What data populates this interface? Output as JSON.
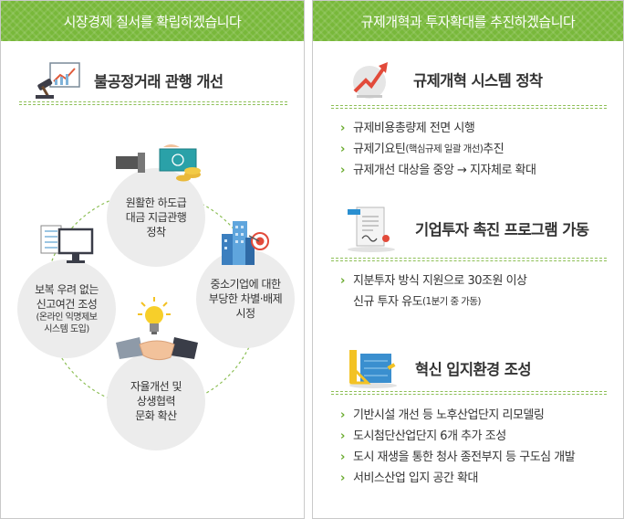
{
  "left": {
    "header": "시장경제 질서를 확립하겠습니다",
    "section_title": "불공정거래 관행 개선",
    "circles": {
      "top": [
        "원활한 하도급",
        "대금 지급관행",
        "정착"
      ],
      "right": [
        "중소기업에 대한",
        "부당한 차별·배제",
        "시정"
      ],
      "bottom": [
        "자율개선 및",
        "상생협력",
        "문화 확산"
      ],
      "left": [
        "보복 우려 없는",
        "신고여건 조성"
      ],
      "left_sub": [
        "(온라인 익명제보",
        "시스템 도입)"
      ]
    },
    "icons": [
      "gavel-chart-icon",
      "money-hand-icon",
      "building-target-icon",
      "lightbulb-icon",
      "handshake-icon",
      "monitor-checklist-icon"
    ]
  },
  "right": {
    "header": "규제개혁과 투자확대를 추진하겠습니다",
    "sections": [
      {
        "title": "규제개혁 시스템 정착",
        "icon": "growth-arrow-icon",
        "items": [
          {
            "main": "규제비용총량제 전면 시행",
            "sub": ""
          },
          {
            "main": "규제기요틴",
            "sub": "(핵심규제 일괄 개선)",
            "tail": " 추진"
          },
          {
            "main": "규제개선 대상을 중앙 → 지자체로 확대",
            "sub": ""
          }
        ]
      },
      {
        "title": "기업투자 촉진 프로그램 가동",
        "icon": "document-icon",
        "items": [
          {
            "main": "지분투자 방식 지원으로 30조원 이상",
            "sub": ""
          }
        ],
        "continuation": {
          "main": "신규 투자 유도",
          "sub": "(1분기 중 가동)"
        }
      },
      {
        "title": "혁신 입지환경 조성",
        "icon": "blueprint-ruler-icon",
        "items": [
          {
            "main": "기반시설 개선 등 노후산업단지 리모델링",
            "sub": ""
          },
          {
            "main": "도시첨단산업단지 6개 추가 조성",
            "sub": ""
          },
          {
            "main": "도시 재생을 통한 청사 종전부지 등 구도심 개발",
            "sub": ""
          },
          {
            "main": "서비스산업 입지 공간 확대",
            "sub": ""
          }
        ]
      }
    ]
  },
  "colors": {
    "header_green": "#78b83a",
    "accent_green": "#6aab2e",
    "circle_gray": "#ececec"
  }
}
